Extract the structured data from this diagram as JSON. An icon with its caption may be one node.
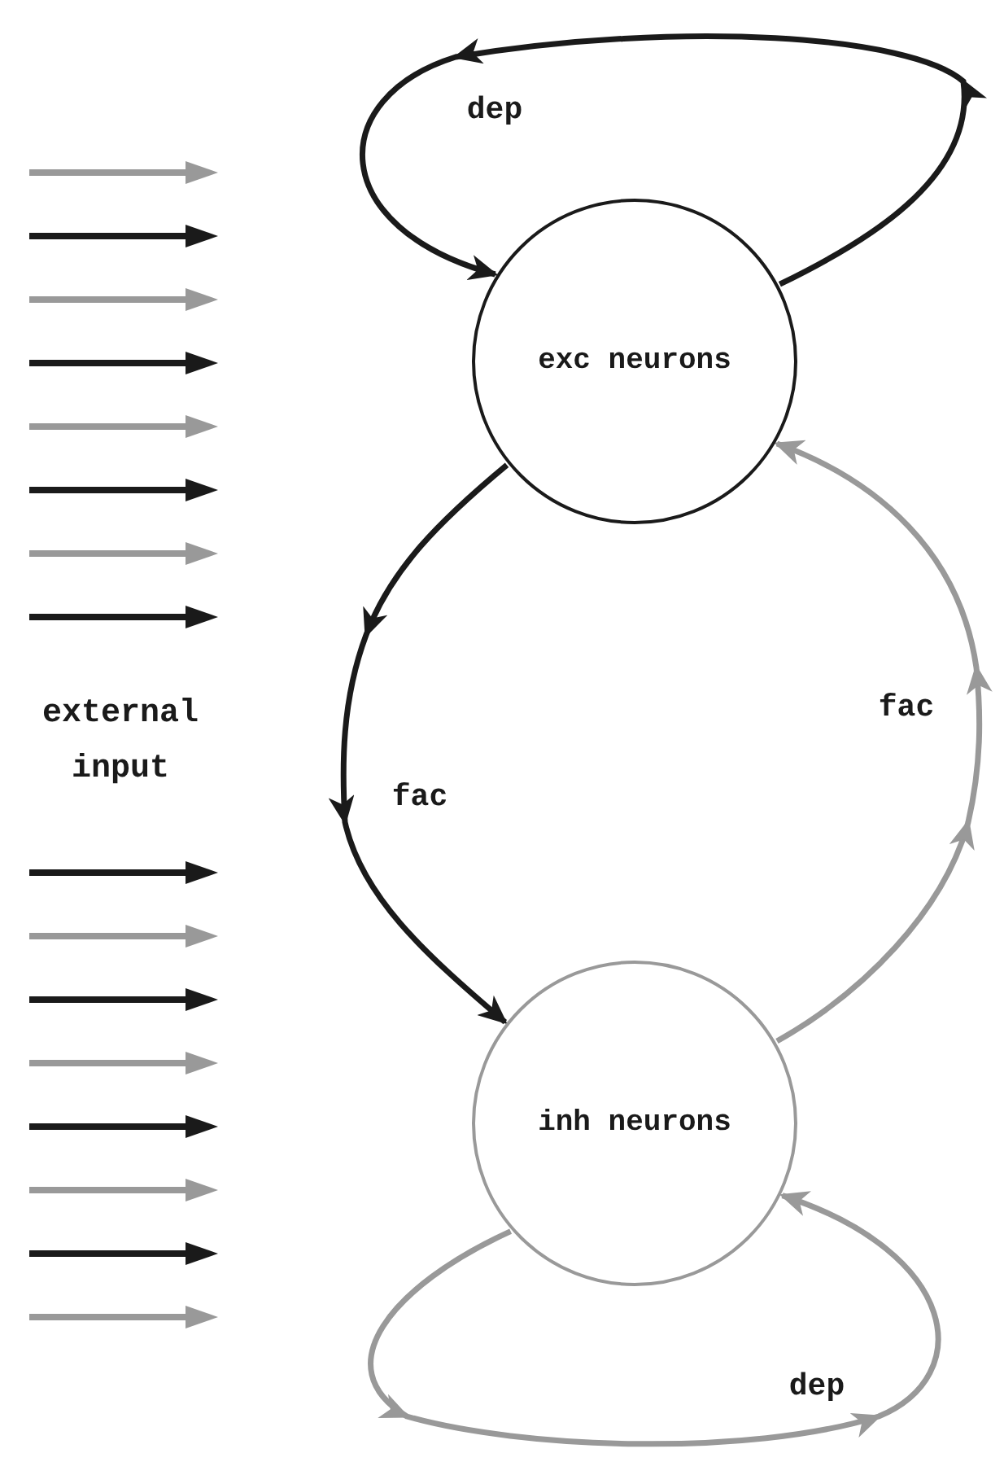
{
  "diagram": {
    "nodes": [
      {
        "text": [
          "exc neurons"
        ]
      },
      {
        "text": [
          "inh neurons"
        ]
      }
    ],
    "edges": [
      {
        "from": 0,
        "to": 0,
        "arrow": "to",
        "label": "dep"
      },
      {
        "from": 0,
        "to": 1,
        "arrow": "to",
        "label": "fac"
      },
      {
        "from": 1,
        "to": 0,
        "arrow": "to",
        "label": "fac",
        "color": "#999999"
      },
      {
        "from": 1,
        "to": 1,
        "arrow": "to",
        "label": "dep",
        "color": "#999999"
      }
    ],
    "labels": [
      "external input"
    ]
  }
}
